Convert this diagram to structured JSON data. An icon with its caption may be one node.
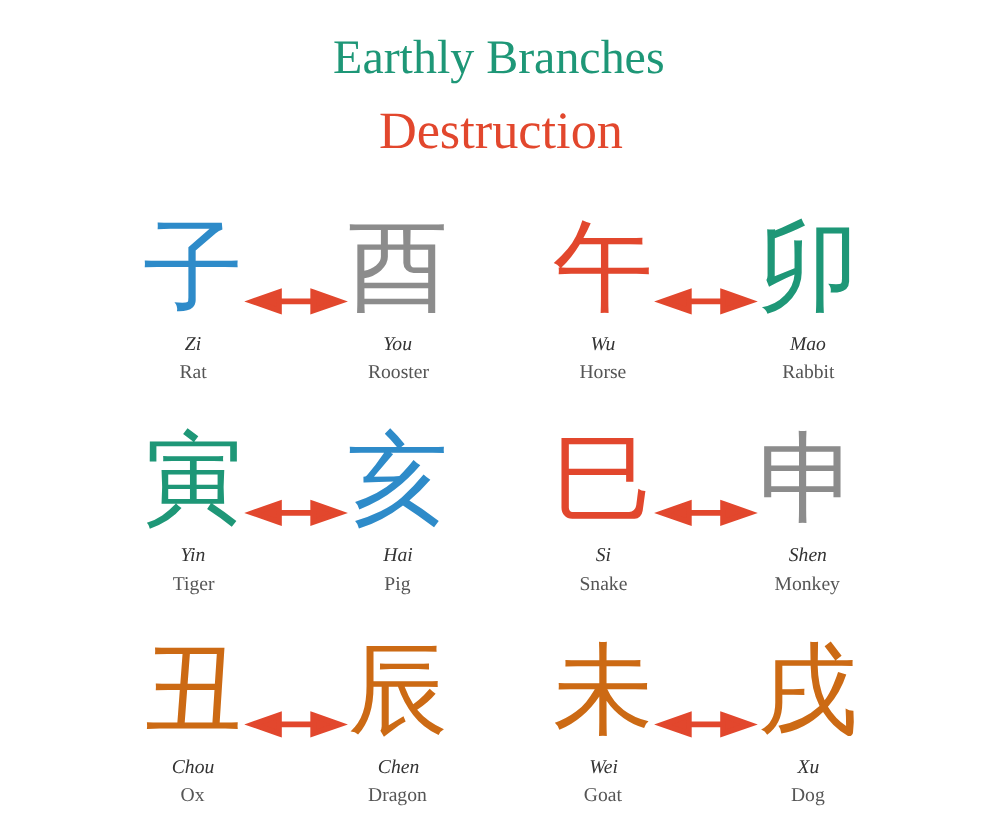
{
  "diagram": {
    "title": "Earthly Branches",
    "nodes": [
      {
        "text": [
          "子"
        ],
        "beside": [
          "Zi",
          "Rat"
        ]
      },
      {
        "text": [
          "酉"
        ],
        "beside": [
          "You",
          "Rooster"
        ]
      },
      {
        "text": [
          "午"
        ],
        "beside": [
          "Wu",
          "Horse"
        ]
      },
      {
        "text": [
          "卯"
        ],
        "beside": [
          "Mao",
          "Rabbit"
        ]
      },
      {
        "text": [
          "寅"
        ],
        "beside": [
          "Yin",
          "Tiger"
        ]
      },
      {
        "text": [
          "亥"
        ],
        "beside": [
          "Hai",
          "Pig"
        ]
      },
      {
        "text": [
          "巳"
        ],
        "beside": [
          "Si",
          "Snake"
        ]
      },
      {
        "text": [
          "申"
        ],
        "beside": [
          "Shen",
          "Monkey"
        ]
      },
      {
        "text": [
          "丑"
        ],
        "beside": [
          "Chou",
          "Ox"
        ]
      },
      {
        "text": [
          "辰"
        ],
        "beside": [
          "Chen",
          "Dragon"
        ]
      },
      {
        "text": [
          "未"
        ],
        "beside": [
          "Wei",
          "Goat"
        ]
      },
      {
        "text": [
          "戌"
        ],
        "beside": [
          "Xu",
          "Dog"
        ]
      }
    ],
    "edges": [
      {
        "from": 0,
        "to": 1,
        "arrow": "both"
      },
      {
        "from": 2,
        "to": 3,
        "arrow": "both"
      },
      {
        "from": 4,
        "to": 5,
        "arrow": "both"
      },
      {
        "from": 6,
        "to": 7,
        "arrow": "both"
      },
      {
        "from": 8,
        "to": 9,
        "arrow": "both"
      },
      {
        "from": 10,
        "to": 11,
        "arrow": "both"
      }
    ],
    "labels": [
      "Destruction"
    ]
  }
}
